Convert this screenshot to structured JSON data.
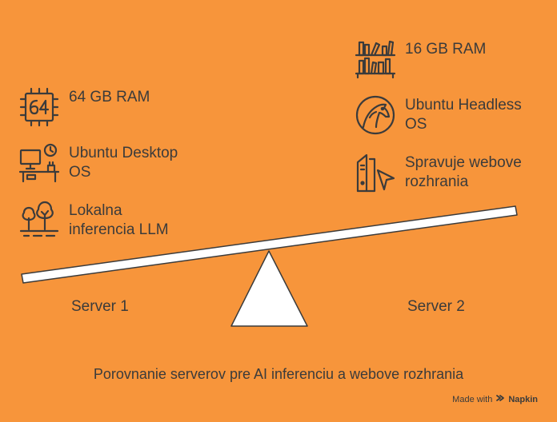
{
  "colors": {
    "background": "#F7953B",
    "text": "#3B3B3B",
    "beam": "#FFFFFF",
    "fulcrum": "#FFFFFF"
  },
  "server1": {
    "label": "Server 1",
    "items": [
      {
        "text": "64 GB RAM",
        "icon": "chip-64-icon"
      },
      {
        "text": "Ubuntu Desktop\nOS",
        "icon": "desktop-clock-icon"
      },
      {
        "text": "Lokalna\ninferencia LLM",
        "icon": "trees-icon"
      }
    ]
  },
  "server2": {
    "label": "Server 2",
    "items": [
      {
        "text": "16 GB RAM",
        "icon": "bookshelf-icon"
      },
      {
        "text": "Ubuntu Headless\nOS",
        "icon": "horse-head-icon"
      },
      {
        "text": "Spravuje webove\nrozhrania",
        "icon": "tower-cursor-icon"
      }
    ]
  },
  "caption": "Porovnanie serverov pre AI inferenciu a webove rozhrania",
  "footer": {
    "made_with": "Made with",
    "brand": "Napkin"
  }
}
